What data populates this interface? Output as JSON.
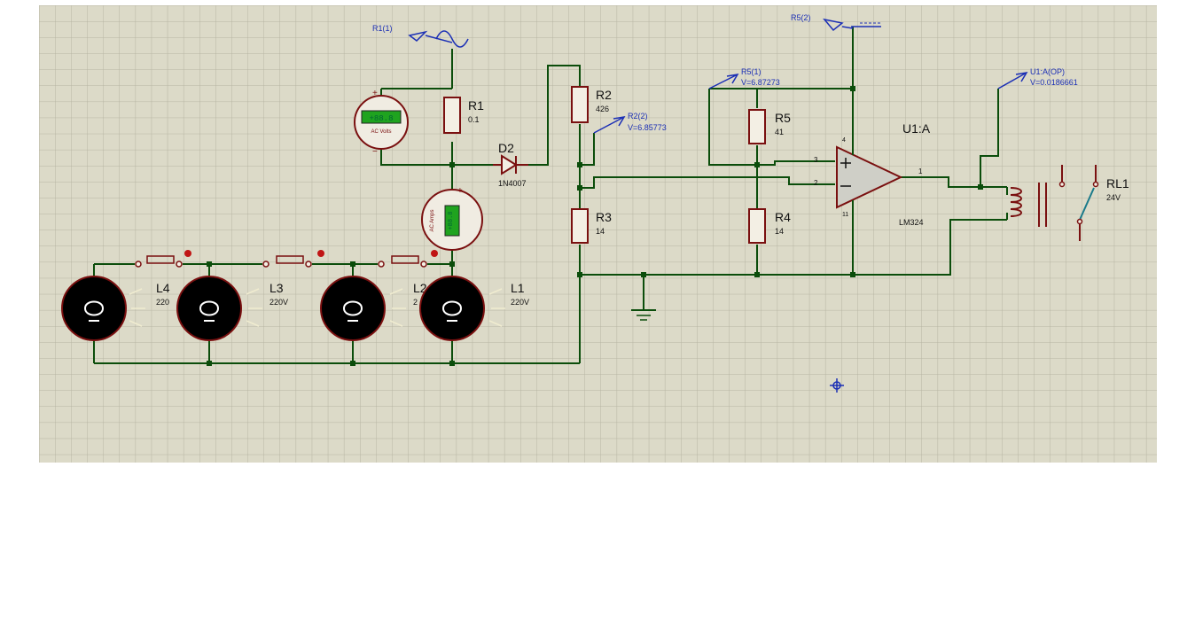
{
  "probes": {
    "r1": {
      "label": "R1(1)"
    },
    "r5_2": {
      "label": "R5(2)"
    },
    "r5_1": {
      "label": "R5(1)",
      "value": "V=6.87273"
    },
    "r2_2": {
      "label": "R2(2)",
      "value": "V=6.85773"
    },
    "u1a_op": {
      "label": "U1:A(OP)",
      "value": "V=0.0186661"
    }
  },
  "components": {
    "r1": {
      "ref": "R1",
      "value": "0.1"
    },
    "r2": {
      "ref": "R2",
      "value": "426"
    },
    "r3": {
      "ref": "R3",
      "value": "14"
    },
    "r4": {
      "ref": "R4",
      "value": "14"
    },
    "r5": {
      "ref": "R5",
      "value": "41"
    },
    "d2": {
      "ref": "D2",
      "value": "1N4007"
    },
    "u1a": {
      "ref": "U1:A",
      "value": "LM324",
      "pin_out": "1",
      "pin_in_plus": "3",
      "pin_in_minus": "2",
      "pin_vcc": "4",
      "pin_gnd": "11"
    },
    "rl1": {
      "ref": "RL1",
      "value": "24V"
    },
    "l1": {
      "ref": "L1",
      "value": "220V"
    },
    "l2": {
      "ref": "L2",
      "value": "2"
    },
    "l3": {
      "ref": "L3",
      "value": "220V"
    },
    "l4": {
      "ref": "L4",
      "value": "220"
    }
  },
  "meters": {
    "voltmeter": {
      "display": "+88.8",
      "unit_label": "AC Volts",
      "plus": "+",
      "minus": "−"
    },
    "ammeter": {
      "display": "+88.8",
      "unit_label": "AC Amps",
      "plus": "+",
      "minus": "−"
    }
  },
  "colors": {
    "grid_bg": "#dcdac8",
    "wire": "#0b4d0b",
    "component": "#7a1010",
    "probe": "#1b2fb5",
    "lcd": "#1fa31f"
  }
}
